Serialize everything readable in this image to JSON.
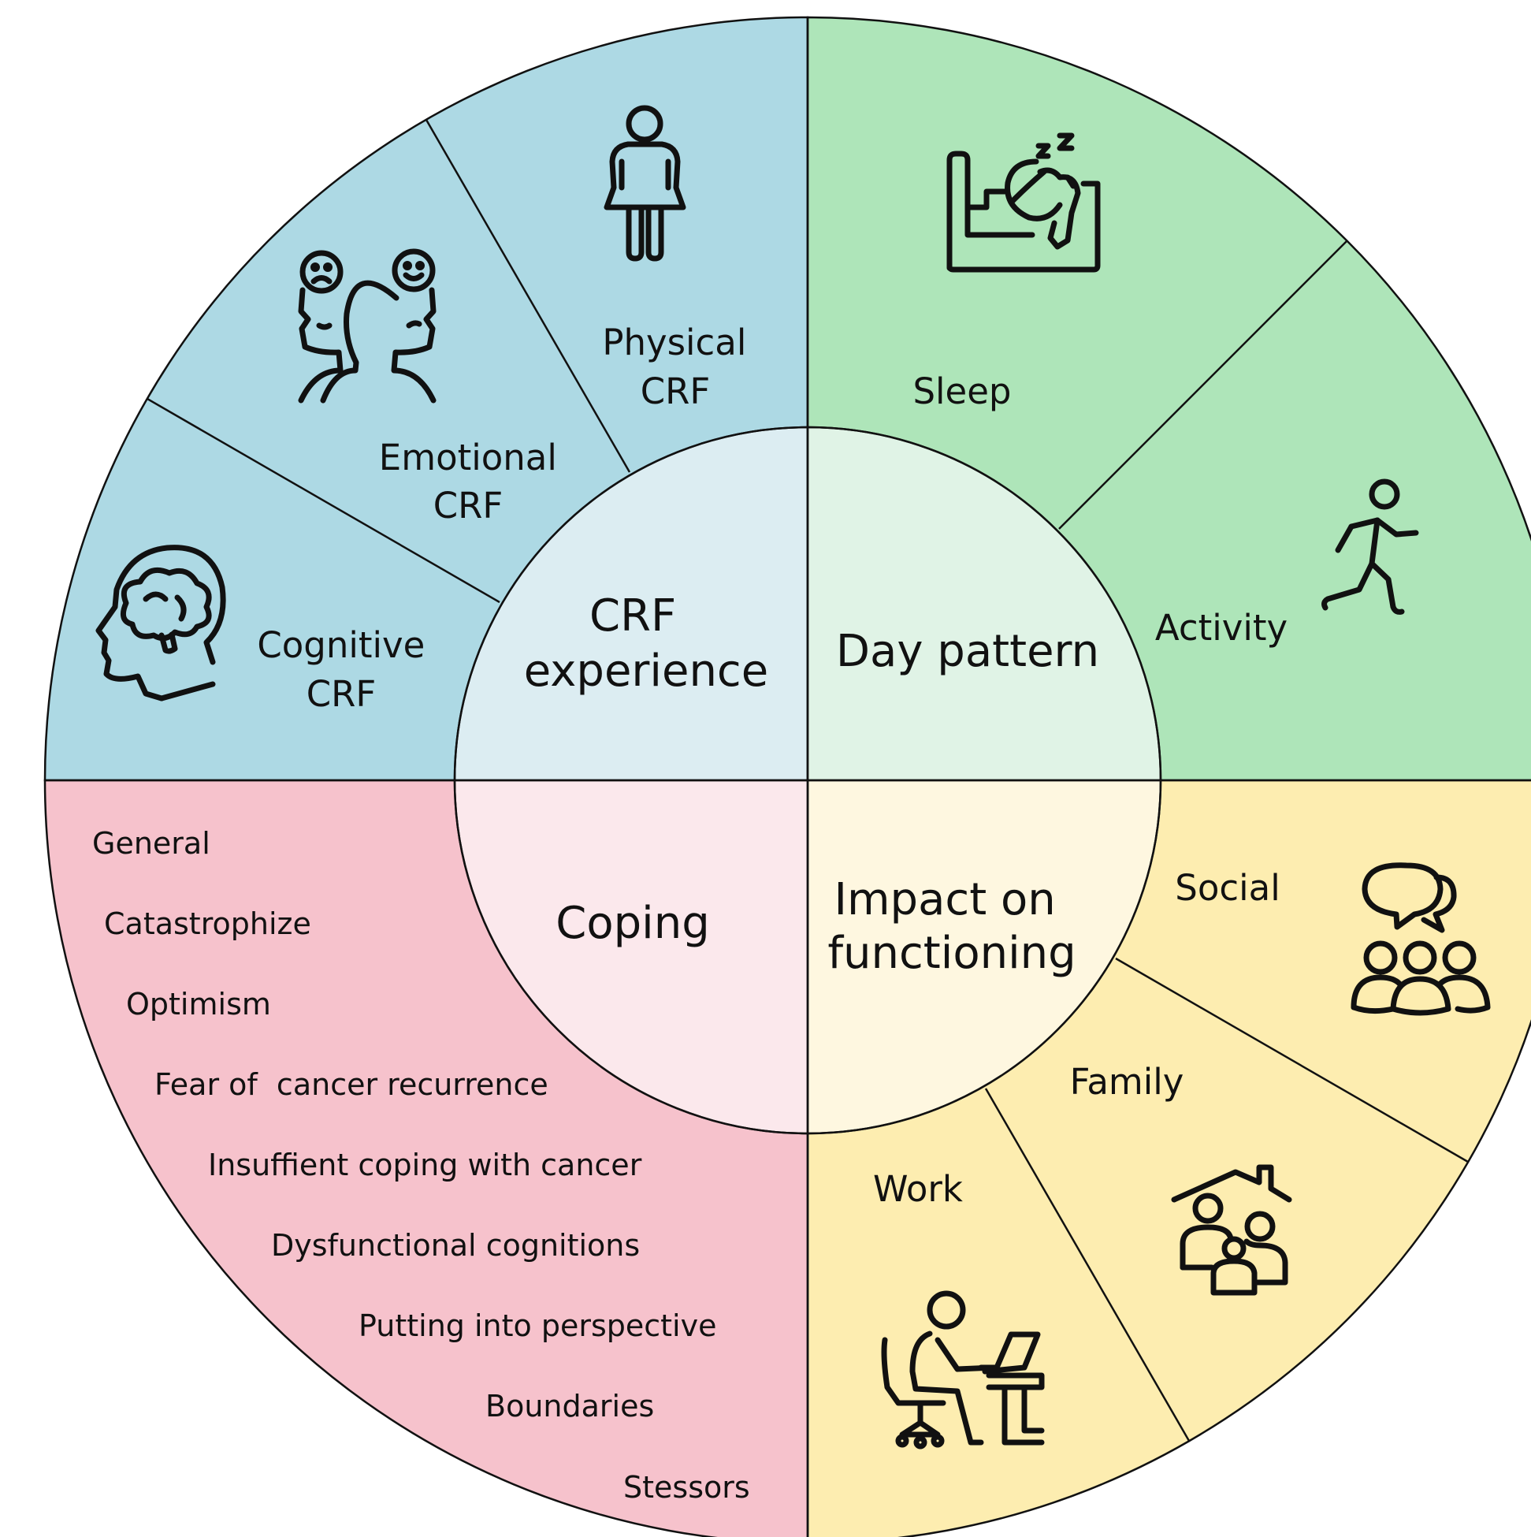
{
  "diagram": {
    "colors": {
      "blue": "#add9e4",
      "blue_light": "#dcedf2",
      "green": "#aee5b9",
      "green_light": "#e0f3e6",
      "pink": "#f6c2cc",
      "pink_light": "#fbe8ec",
      "yellow": "#fdedb0",
      "yellow_light": "#fef7e0",
      "line": "#111111"
    },
    "quadrants": {
      "crf": {
        "center_line1": "CRF",
        "center_line2": "experience",
        "segments": [
          {
            "line1": "Physical",
            "line2": "CRF",
            "icon": "person-icon"
          },
          {
            "line1": "Emotional",
            "line2": "CRF",
            "icon": "two-faces-icon"
          },
          {
            "line1": "Cognitive",
            "line2": "CRF",
            "icon": "brain-head-icon"
          }
        ]
      },
      "day": {
        "center_label": "Day pattern",
        "segments": [
          {
            "label": "Sleep",
            "icon": "sleeping-bed-icon"
          },
          {
            "label": "Activity",
            "icon": "running-person-icon"
          }
        ]
      },
      "coping": {
        "center_label": "Coping",
        "items": [
          "General",
          "Catastrophize",
          "Optimism",
          "Fear of  cancer recurrence",
          "Insuffient coping with cancer",
          "Dysfunctional cognitions",
          "Putting into perspective",
          "Boundaries",
          "Stessors"
        ]
      },
      "impact": {
        "center_line1": "Impact on",
        "center_line2": "functioning",
        "segments": [
          {
            "label": "Social",
            "icon": "group-chat-icon"
          },
          {
            "label": "Family",
            "icon": "family-house-icon"
          },
          {
            "label": "Work",
            "icon": "desk-worker-icon"
          }
        ]
      }
    }
  }
}
